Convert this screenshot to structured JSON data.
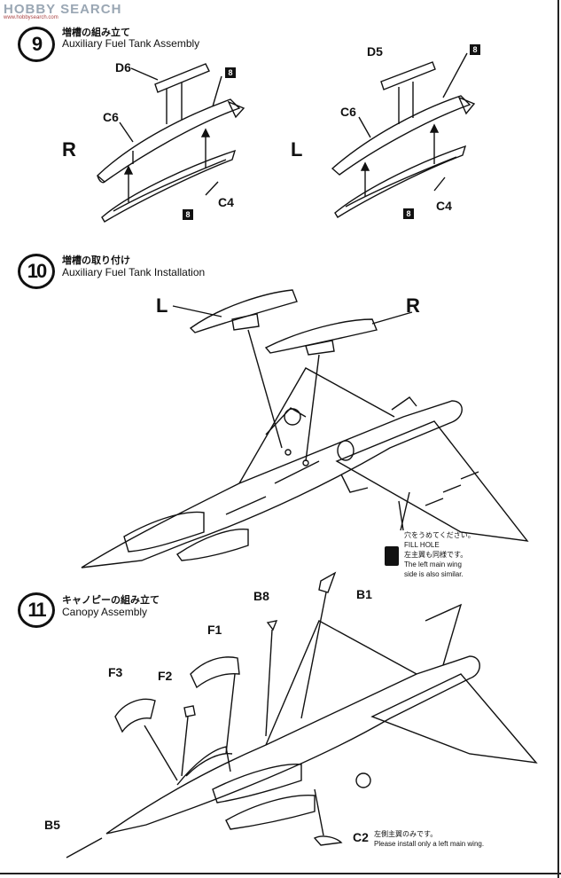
{
  "watermark": {
    "main": "HOBBY SEARCH",
    "sub": "www.hobbysearch.com"
  },
  "step9": {
    "number": "9",
    "title_jp": "増槽の組み立て",
    "title_en": "Auxiliary Fuel Tank Assembly",
    "side_left": "R",
    "side_right": "L",
    "parts_left": {
      "top": "D6",
      "middle": "C6",
      "bottom": "C4"
    },
    "parts_right": {
      "top": "D5",
      "middle": "C6",
      "bottom": "C4"
    },
    "paint_badge": "8"
  },
  "step10": {
    "number": "10",
    "title_jp": "増槽の取り付け",
    "title_en": "Auxiliary Fuel Tank Installation",
    "side_left": "L",
    "side_right": "R",
    "note_jp1": "穴をうめてください。",
    "note_en1": "FILL HOLE",
    "note_jp2": "左主翼も同様です。",
    "note_en2a": "The left main wing",
    "note_en2b": "side is also similar."
  },
  "step11": {
    "number": "11",
    "title_jp": "キャノピーの組み立て",
    "title_en": "Canopy Assembly",
    "parts": {
      "b8": "B8",
      "b1": "B1",
      "f1": "F1",
      "f2": "F2",
      "f3": "F3",
      "b5": "B5",
      "c2": "C2"
    },
    "note_jp": "左側主翼のみです。",
    "note_en": "Please install only a left main wing."
  }
}
